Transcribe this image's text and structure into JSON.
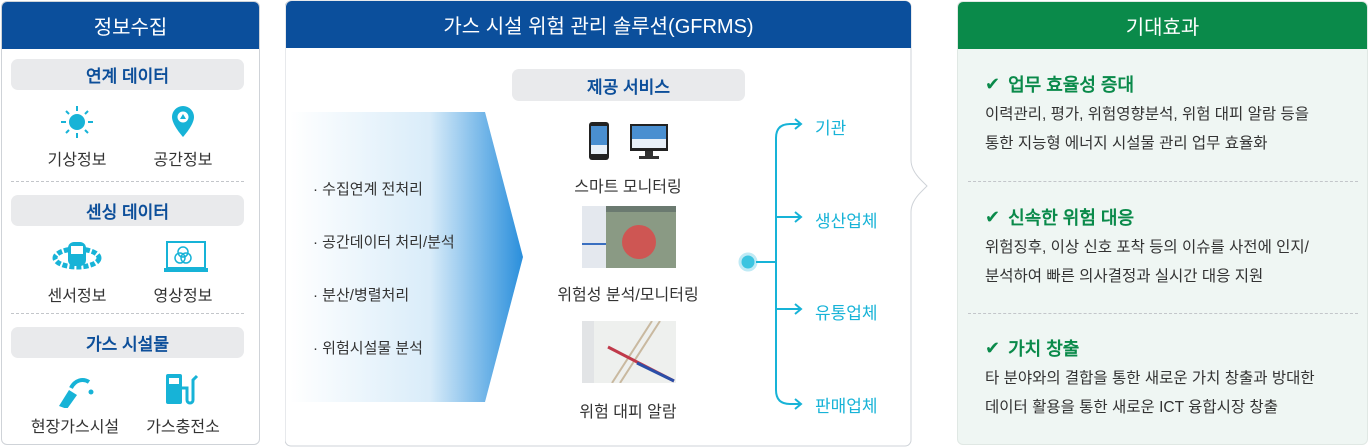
{
  "collect": {
    "title": "정보수집",
    "sections": [
      {
        "label": "연계 데이터",
        "items": [
          {
            "label": "기상정보",
            "icon": "sun-icon"
          },
          {
            "label": "공간정보",
            "icon": "map-pin-icon"
          }
        ]
      },
      {
        "label": "센싱 데이터",
        "items": [
          {
            "label": "센서정보",
            "icon": "sensor-icon"
          },
          {
            "label": "영상정보",
            "icon": "video-monitor-icon"
          }
        ]
      },
      {
        "label": "가스 시설물",
        "items": [
          {
            "label": "현장가스시설",
            "icon": "gas-nozzle-icon"
          },
          {
            "label": "가스충전소",
            "icon": "gas-station-icon"
          }
        ]
      }
    ]
  },
  "solution": {
    "title": "가스 시설 위험 관리 솔루션(GFRMS)",
    "bullets": [
      "수집연계 전처리",
      "공간데이터 처리/분석",
      "분산/병렬처리",
      "위험시설물 분석"
    ],
    "services_label": "제공 서비스",
    "services": [
      "스마트 모니터링",
      "위험성 분석/모니터링",
      "위험 대피 알람"
    ],
    "targets": [
      "기관",
      "생산업체",
      "유통업체",
      "판매업체"
    ]
  },
  "effects": {
    "title": "기대효과",
    "items": [
      {
        "title": "업무 효율성 증대",
        "lines": [
          "이력관리, 평가, 위험영향분석, 위험 대피 알람 등을",
          "통한 지능형 에너지 시설물 관리 업무 효율화"
        ]
      },
      {
        "title": "신속한 위험 대응",
        "lines": [
          "위험징후, 이상 신호 포착 등의 이슈를 사전에 인지/",
          "분석하여 빠른 의사결정과 실시간 대응 지원"
        ]
      },
      {
        "title": "가치 창출",
        "lines": [
          "타 분야와의 결합을 통한 새로운 가치 창출과 방대한",
          "데이터 활용을 통한 새로운 ICT 융합시장 창출"
        ]
      }
    ]
  },
  "colors": {
    "blue": "#0b4f9c",
    "green": "#0a8a4a",
    "cyan": "#17b3d7"
  }
}
